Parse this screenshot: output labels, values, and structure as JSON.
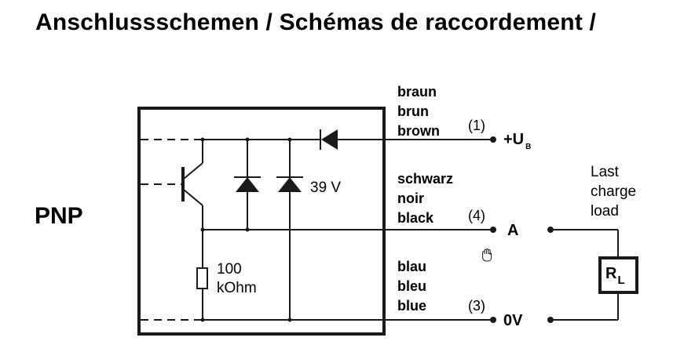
{
  "heading": {
    "title": "Anschlussschemen / Schémas de raccordement /"
  },
  "circuit": {
    "type_label": "PNP",
    "zener_label": "39 V",
    "resistor_value": "100",
    "resistor_unit": "kOhm"
  },
  "wires": {
    "supply": {
      "lines": [
        "braun",
        "brun",
        "brown"
      ],
      "pin": "(1)",
      "terminal": "+U",
      "terminal_sub": "B"
    },
    "output": {
      "lines": [
        "schwarz",
        "noir",
        "black"
      ],
      "pin": "(4)",
      "terminal": "A"
    },
    "ground": {
      "lines": [
        "blau",
        "bleu",
        "blue"
      ],
      "pin": "(3)",
      "terminal": "0V"
    }
  },
  "load": {
    "lines": [
      "Last",
      "charge",
      "load"
    ],
    "symbol": "R",
    "symbol_sub": "L"
  }
}
